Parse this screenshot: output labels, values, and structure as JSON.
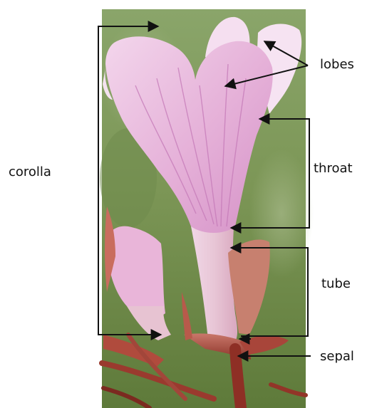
{
  "labels": {
    "corolla": "corolla",
    "lobes": "lobes",
    "throat": "throat",
    "tube": "tube",
    "sepal": "sepal"
  },
  "colors": {
    "background_green": "#7f9a58",
    "petal_pink": "#e7b6dc",
    "vein_pink": "#c57ab8",
    "stem_red": "#a5483b",
    "annotation": "#111111"
  }
}
